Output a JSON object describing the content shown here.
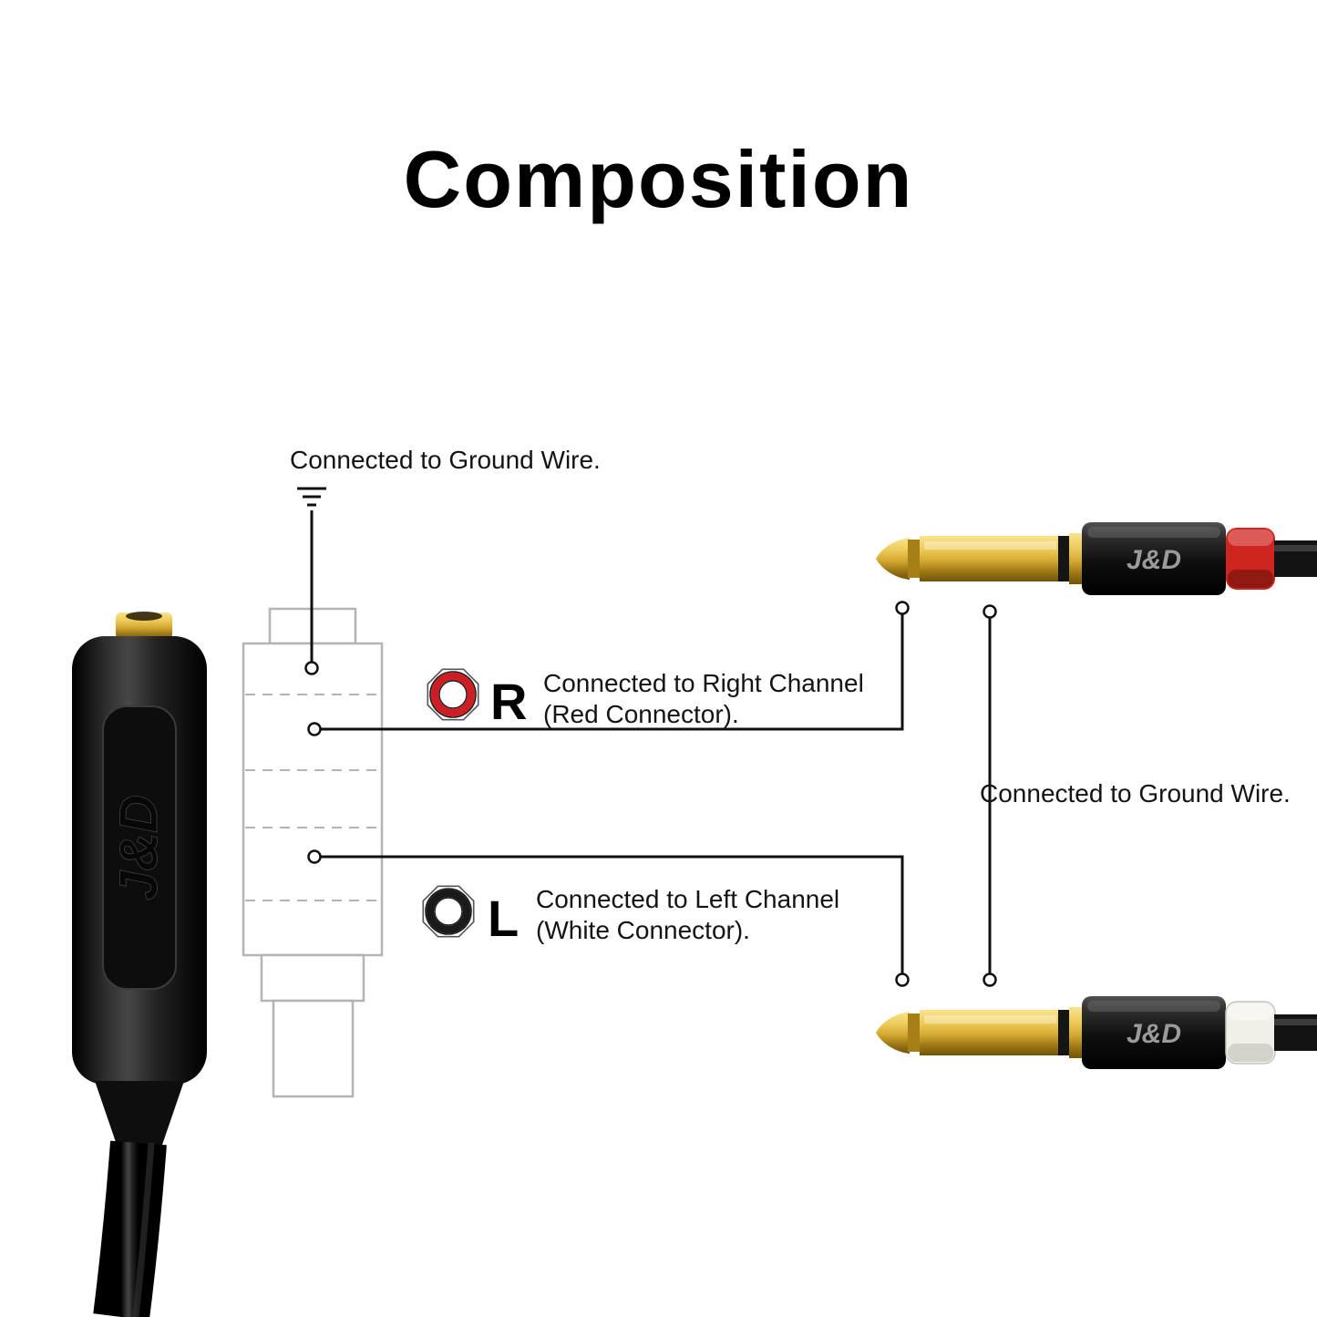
{
  "title": "Composition",
  "brand": "J&D",
  "annotations": {
    "top_ground": "Connected to Ground Wire.",
    "right_ground": "Connected to Ground Wire.",
    "right_channel": {
      "letter": "R",
      "line1": "Connected to Right Channel",
      "line2": "(Red Connector)."
    },
    "left_channel": {
      "letter": "L",
      "line1": "Connected to Left Channel",
      "line2": "(White Connector)."
    }
  },
  "colors": {
    "red_connector": "#d0241e",
    "white_connector": "#f1efe8",
    "ring_red": "#cf1d24",
    "ring_black": "#1a1a1a",
    "gold": "#d8ae3c",
    "schematic_gray": "#b4b4b4",
    "line_black": "#101010"
  }
}
